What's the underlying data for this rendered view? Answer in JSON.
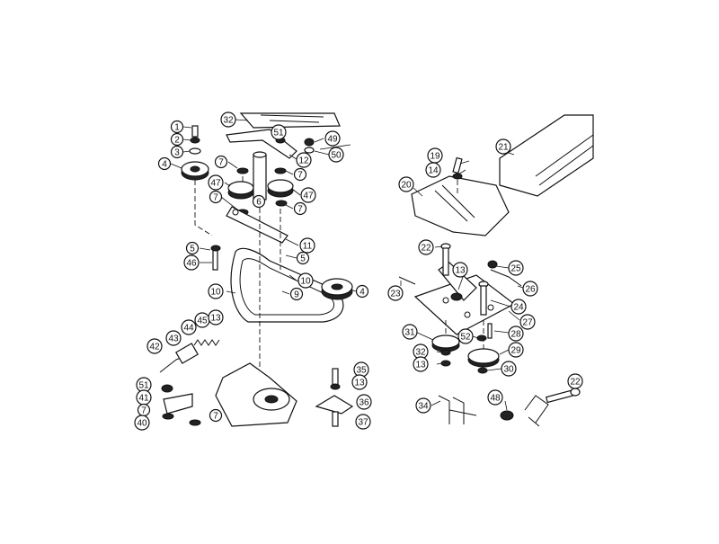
{
  "callouts": [
    "1",
    "2",
    "3",
    "4",
    "32",
    "51",
    "12",
    "49",
    "50",
    "7",
    "47",
    "6",
    "7",
    "7",
    "47",
    "7",
    "11",
    "5",
    "5",
    "46",
    "10",
    "10",
    "9",
    "4",
    "44",
    "45",
    "13",
    "43",
    "42",
    "51",
    "41",
    "7",
    "7",
    "40",
    "35",
    "13",
    "36",
    "37",
    "19",
    "21",
    "14",
    "20",
    "22",
    "25",
    "13",
    "23",
    "26",
    "24",
    "27",
    "31",
    "52",
    "28",
    "29",
    "32",
    "13",
    "30",
    "34",
    "48",
    "22"
  ]
}
